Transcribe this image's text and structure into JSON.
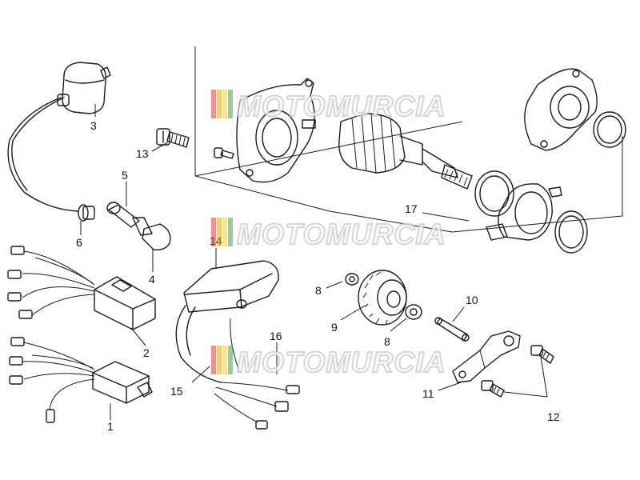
{
  "diagram": {
    "callouts": [
      {
        "id": "c3",
        "label": "3"
      },
      {
        "id": "c13",
        "label": "13"
      },
      {
        "id": "c5",
        "label": "5"
      },
      {
        "id": "c6",
        "label": "6"
      },
      {
        "id": "c4",
        "label": "4"
      },
      {
        "id": "c2",
        "label": "2"
      },
      {
        "id": "c1",
        "label": "1"
      },
      {
        "id": "c14",
        "label": "14"
      },
      {
        "id": "c15",
        "label": "15"
      },
      {
        "id": "c16",
        "label": "16"
      },
      {
        "id": "c17",
        "label": "17"
      },
      {
        "id": "c8a",
        "label": "8"
      },
      {
        "id": "c9",
        "label": "9"
      },
      {
        "id": "c8b",
        "label": "8"
      },
      {
        "id": "c10",
        "label": "10"
      },
      {
        "id": "c11",
        "label": "11"
      },
      {
        "id": "c12",
        "label": "12"
      }
    ]
  },
  "watermark": {
    "text": "MOTOMURCIA",
    "stripe_colors": [
      "#e53935",
      "#f4a300",
      "#f6d21c",
      "#43a047"
    ]
  }
}
